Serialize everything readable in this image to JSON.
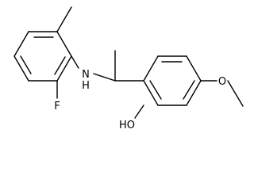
{
  "molecule": {
    "atoms": {
      "fluorine": "F",
      "amine": "N",
      "amine_hydrogen": "H",
      "hydroxyl": "HO",
      "ether_oxygen": "O"
    }
  },
  "colors": {
    "bond": "#000000",
    "label": "#000000",
    "background": "#ffffff"
  }
}
